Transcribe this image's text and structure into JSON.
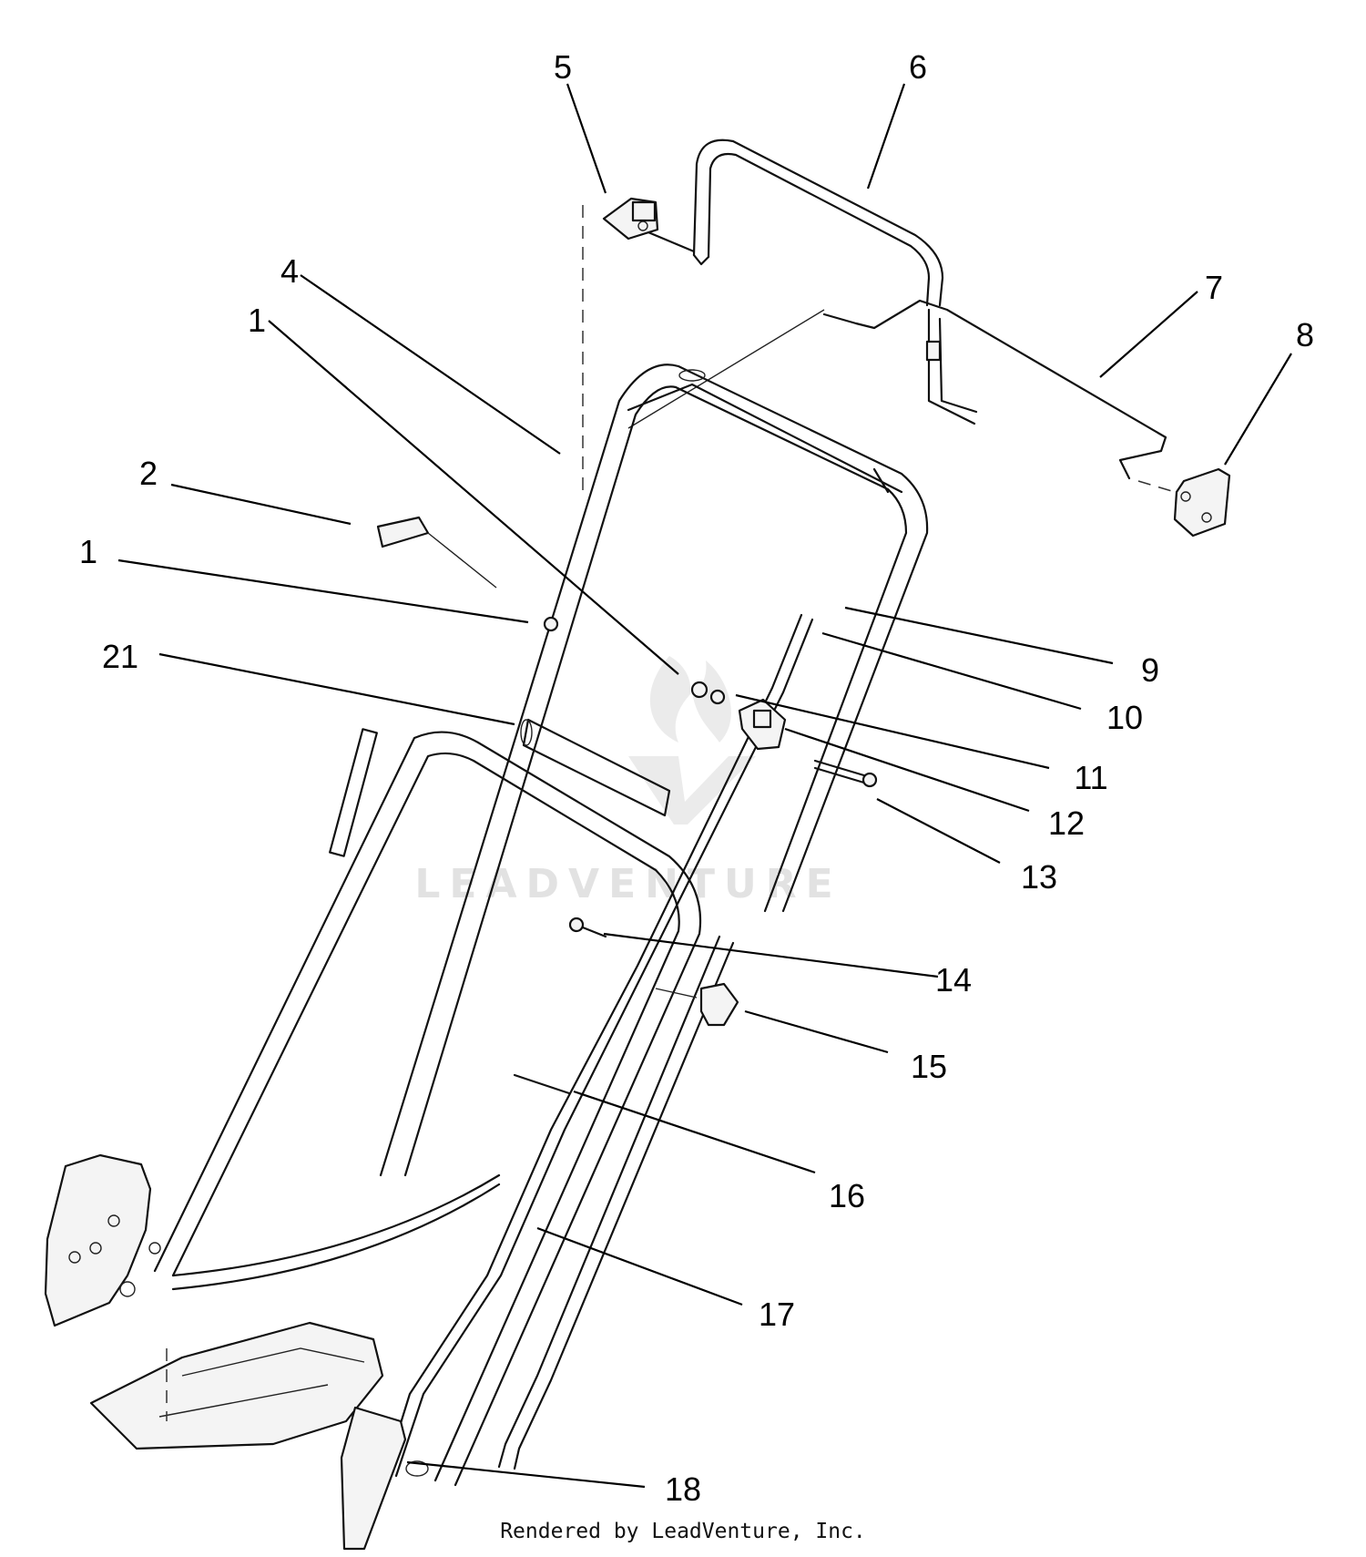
{
  "watermark": {
    "text": "LEADVENTURE"
  },
  "credit": "Rendered by LeadVenture, Inc.",
  "callouts": [
    {
      "id": "c5",
      "label": "5"
    },
    {
      "id": "c6",
      "label": "6"
    },
    {
      "id": "c4",
      "label": "4"
    },
    {
      "id": "c1a",
      "label": "1"
    },
    {
      "id": "c7",
      "label": "7"
    },
    {
      "id": "c8",
      "label": "8"
    },
    {
      "id": "c2",
      "label": "2"
    },
    {
      "id": "c1b",
      "label": "1"
    },
    {
      "id": "c21",
      "label": "21"
    },
    {
      "id": "c9",
      "label": "9"
    },
    {
      "id": "c10",
      "label": "10"
    },
    {
      "id": "c11",
      "label": "11"
    },
    {
      "id": "c12",
      "label": "12"
    },
    {
      "id": "c13",
      "label": "13"
    },
    {
      "id": "c14",
      "label": "14"
    },
    {
      "id": "c15",
      "label": "15"
    },
    {
      "id": "c16",
      "label": "16"
    },
    {
      "id": "c17",
      "label": "17"
    },
    {
      "id": "c18",
      "label": "18"
    }
  ]
}
